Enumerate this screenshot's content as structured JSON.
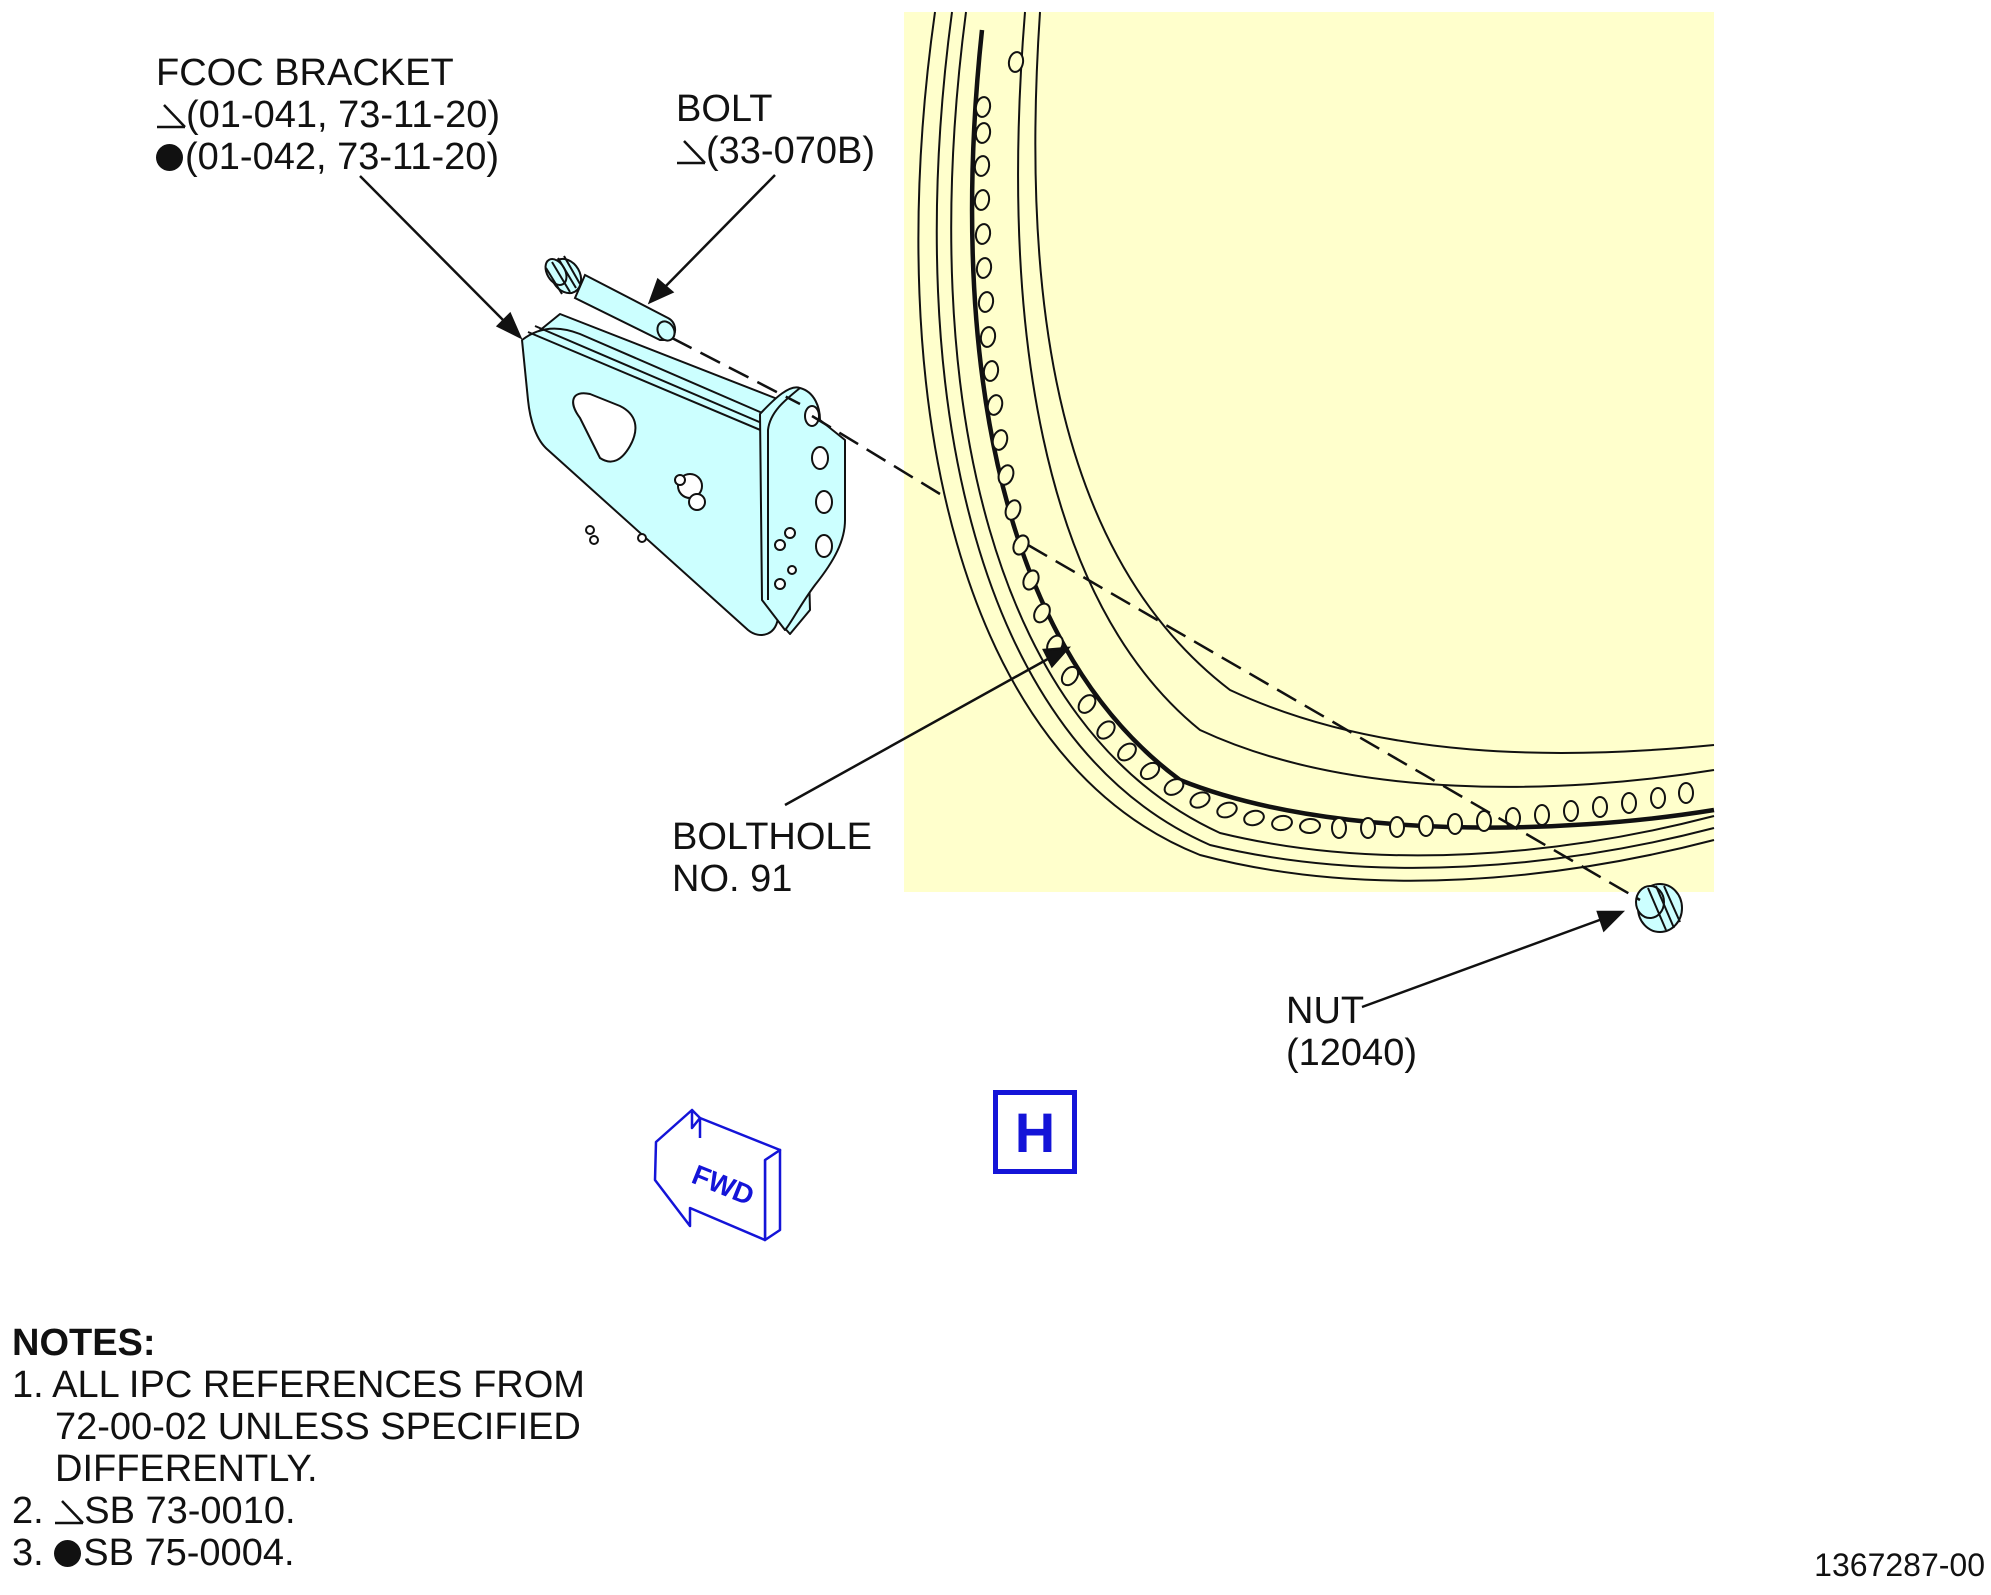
{
  "labels": {
    "fcoc_title": "FCOC BRACKET",
    "fcoc_ref1": "(01-041, 73-11-20)",
    "fcoc_ref2": "(01-042, 73-11-20)",
    "bolt_title": "BOLT",
    "bolt_ref": "(33-070B)",
    "bolthole_line1": "BOLTHOLE",
    "bolthole_line2": "NO. 91",
    "nut_title": "NUT",
    "nut_ref": "(12040)"
  },
  "fwd_label": "FWD",
  "view_label": "H",
  "notes": {
    "title": "NOTES:",
    "n1_line1": "1. ALL IPC REFERENCES FROM",
    "n1_line2": "72-00-02 UNLESS SPECIFIED",
    "n1_line3": "DIFFERENTLY.",
    "n2_prefix": "2. ",
    "n2_text": "SB 73-0010.",
    "n3_prefix": "3. ",
    "n3_text": "SB 75-0004."
  },
  "doc_number": "1367287-00",
  "icons": {
    "triangle_symbol": "sb-triangle-icon",
    "dot_symbol": "sb-dot-icon",
    "arrow": "fwd-arrow-icon"
  },
  "colors": {
    "highlight_zone": "#ffffcc",
    "bracket_fill": "#ccffff",
    "view_accent": "#1414d8",
    "line": "#111111"
  }
}
